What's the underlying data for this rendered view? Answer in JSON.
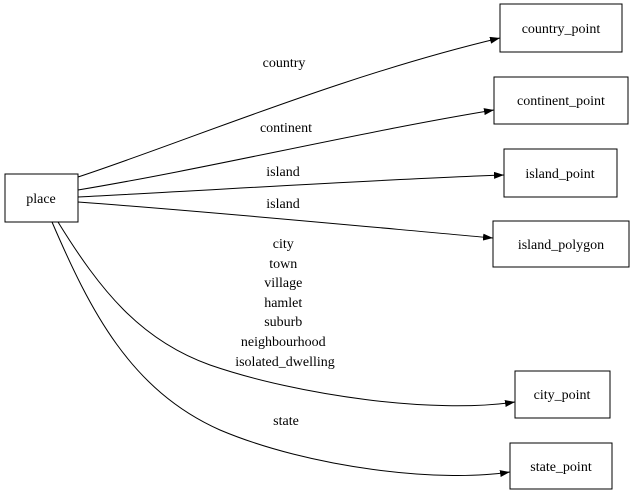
{
  "colors": {
    "background": "#ffffff",
    "node_border": "#000000",
    "edge_stroke": "#000000",
    "text": "#000000"
  },
  "graph": {
    "type": "directed-graph",
    "nodes": [
      {
        "id": "place",
        "label": "place"
      },
      {
        "id": "country_point",
        "label": "country_point"
      },
      {
        "id": "continent_point",
        "label": "continent_point"
      },
      {
        "id": "island_point",
        "label": "island_point"
      },
      {
        "id": "island_polygon",
        "label": "island_polygon"
      },
      {
        "id": "city_point",
        "label": "city_point"
      },
      {
        "id": "state_point",
        "label": "state_point"
      }
    ],
    "edges": [
      {
        "from": "place",
        "to": "country_point",
        "label": "country"
      },
      {
        "from": "place",
        "to": "continent_point",
        "label": "continent"
      },
      {
        "from": "place",
        "to": "island_point",
        "label": "island"
      },
      {
        "from": "place",
        "to": "island_polygon",
        "label": "island"
      },
      {
        "from": "place",
        "to": "city_point",
        "label_lines": [
          "city",
          "town",
          "village",
          "hamlet",
          "suburb",
          "neighbourhood",
          "isolated_dwelling"
        ]
      },
      {
        "from": "place",
        "to": "state_point",
        "label": "state"
      }
    ]
  }
}
